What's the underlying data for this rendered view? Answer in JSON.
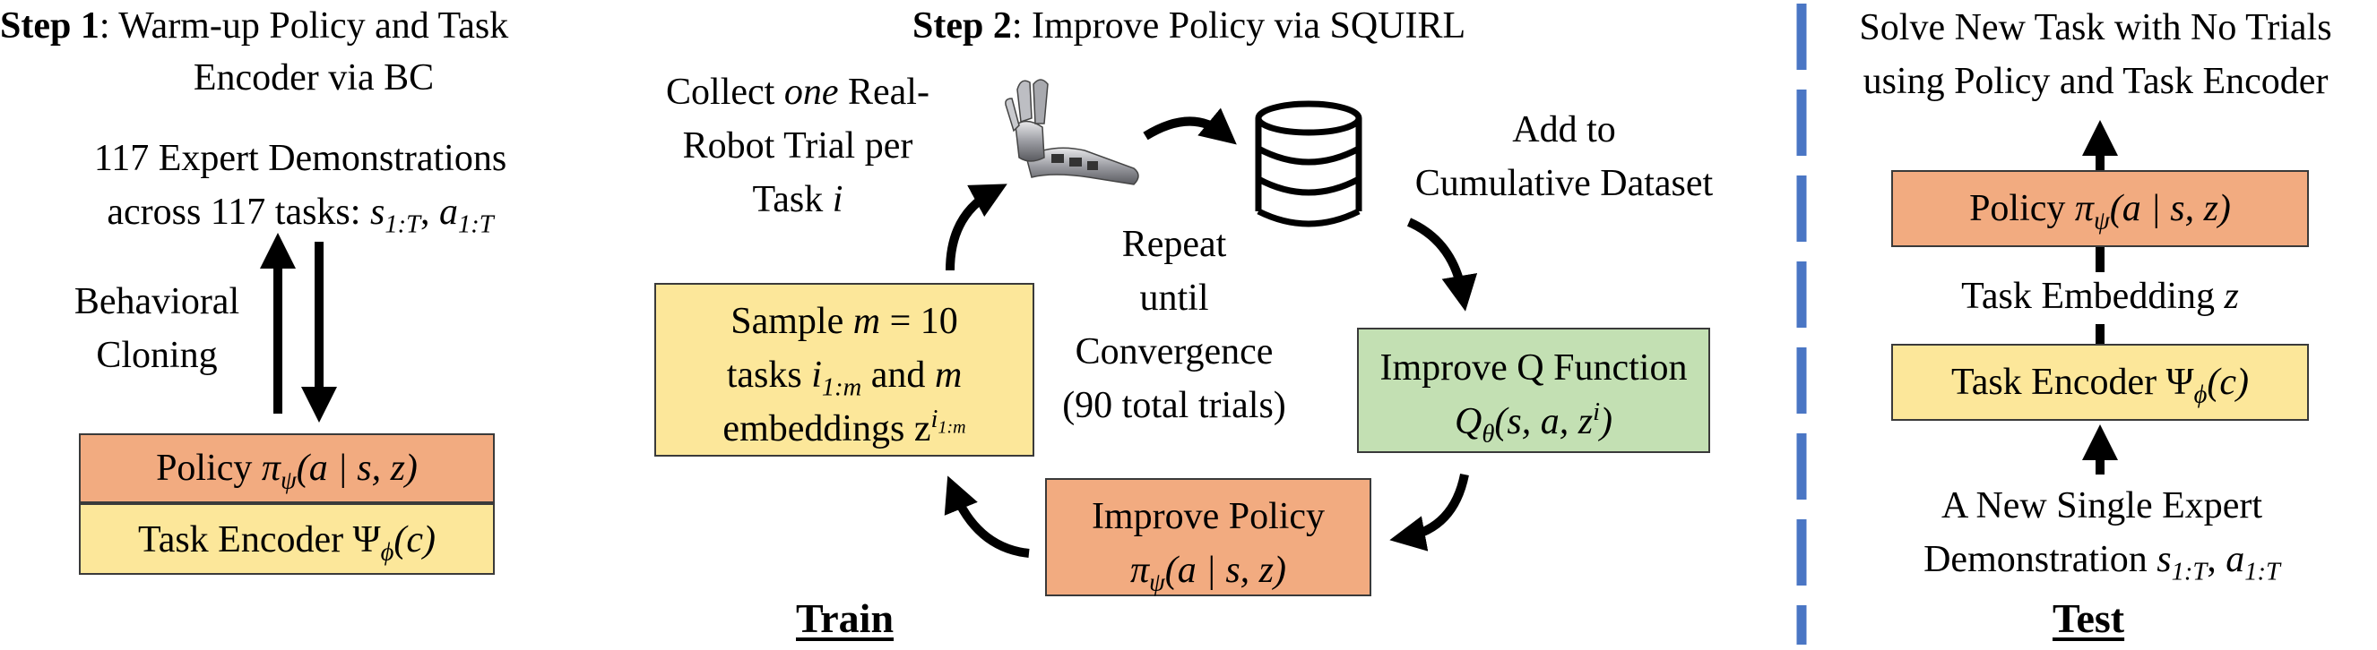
{
  "step1": {
    "title_bold": "Step 1",
    "title_rest": ": Warm-up Policy and Task",
    "title_line2": "Encoder via BC",
    "demos_line1": "117 Expert Demonstrations",
    "demos_line2_prefix": "across 117 tasks: ",
    "demos_s": "s",
    "demos_s_sub": "1:T",
    "demos_sep": ", ",
    "demos_a": "a",
    "demos_a_sub": "1:T",
    "bc_line1": "Behavioral",
    "bc_line2": "Cloning",
    "policy_label": "Policy ",
    "policy_formula": "π",
    "policy_sub": "ψ",
    "policy_args": "(a | s, z)",
    "encoder_label": "Task Encoder ",
    "encoder_formula": "Ψ",
    "encoder_sub": "ϕ",
    "encoder_args": "(c)"
  },
  "step2": {
    "title_bold": "Step 2",
    "title_rest": ": Improve Policy via SQUIRL",
    "collect_line1_a": "Collect ",
    "collect_line1_em": "one",
    "collect_line1_b": " Real-",
    "collect_line2": "Robot Trial per",
    "collect_line3_a": "Task ",
    "collect_line3_i": "i",
    "add_line1": "Add to",
    "add_line2": "Cumulative Dataset",
    "repeat_line1": "Repeat",
    "repeat_line2": "until",
    "repeat_line3": "Convergence",
    "repeat_line4": "(90 total trials)",
    "sample_line1_a": "Sample ",
    "sample_line1_m": "m",
    "sample_line1_b": " = 10",
    "sample_line2_a": "tasks ",
    "sample_line2_i": "i",
    "sample_line2_isub": "1:m",
    "sample_line2_b": " and ",
    "sample_line2_m": "m",
    "sample_line3_a": "embeddings ",
    "sample_line3_z": "z",
    "sample_line3_sup": "i",
    "sample_line3_supsub": "1:m",
    "q_line1": "Improve Q Function",
    "q_Q": "Q",
    "q_sub": "θ",
    "q_args_a": "(s, a, z",
    "q_args_sup": "i",
    "q_args_b": ")",
    "pol_line1": "Improve Policy",
    "pol_formula": "π",
    "pol_sub": "ψ",
    "pol_args": "(a | s, z)",
    "train_label": "Train"
  },
  "test": {
    "title_line1": "Solve New Task with No Trials",
    "title_line2": "using Policy and Task Encoder",
    "policy_label": "Policy ",
    "policy_formula": "π",
    "policy_sub": "ψ",
    "policy_args": "(a | s, z)",
    "embed_label_a": "Task Embedding ",
    "embed_label_z": "z",
    "encoder_label": "Task Encoder ",
    "encoder_formula": "Ψ",
    "encoder_sub": "ϕ",
    "encoder_args": "(c)",
    "demo_line1": "A New Single Expert",
    "demo_line2_a": "Demonstration ",
    "demo_s": "s",
    "demo_s_sub": "1:T",
    "demo_sep": ", ",
    "demo_a": "a",
    "demo_a_sub": "1:T",
    "test_label": "Test"
  },
  "colors": {
    "orange_box": "#f2ab80",
    "yellow_box": "#fce79a",
    "green_box": "#c3e0b3",
    "divider": "#4a76c4"
  }
}
